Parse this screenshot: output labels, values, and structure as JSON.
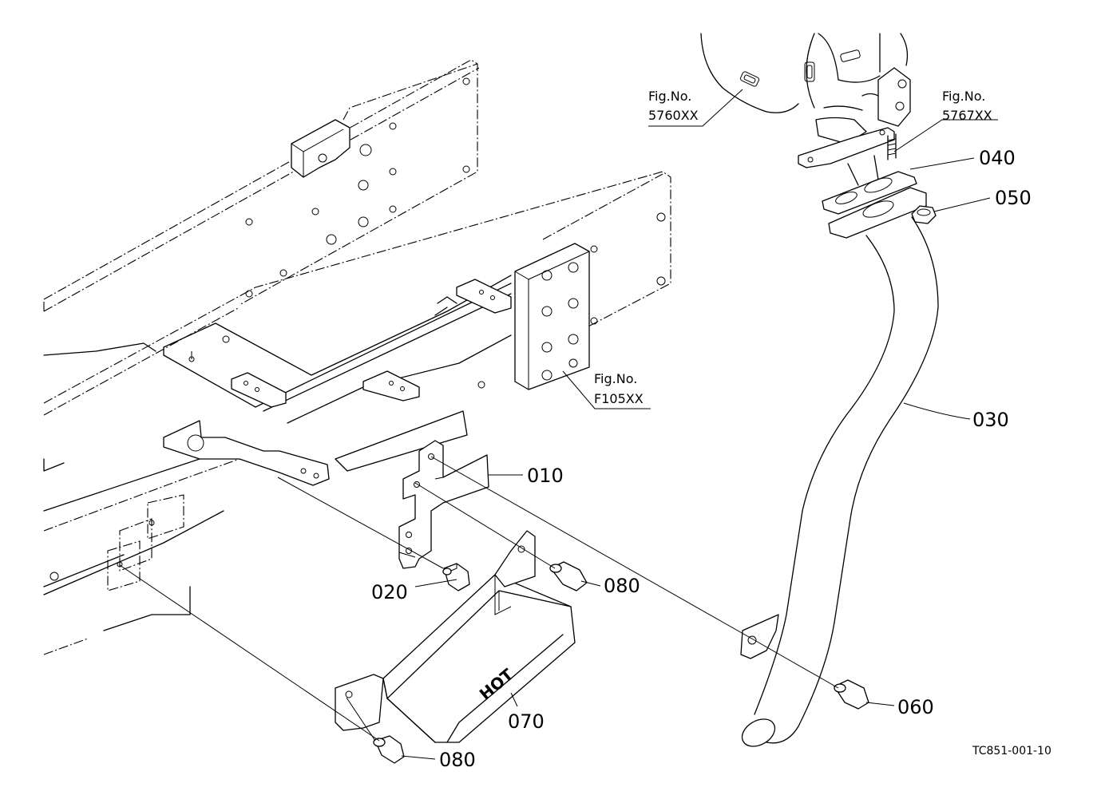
{
  "diagram": {
    "parts": [
      {
        "id": "010"
      },
      {
        "id": "020"
      },
      {
        "id": "030"
      },
      {
        "id": "040"
      },
      {
        "id": "050"
      },
      {
        "id": "060"
      },
      {
        "id": "070"
      },
      {
        "id": "080a",
        "label": "080"
      },
      {
        "id": "080b",
        "label": "080"
      }
    ],
    "references": [
      {
        "line1": "Fig.No.",
        "line2": "5760XX"
      },
      {
        "line1": "Fig.No.",
        "line2": "5767XX"
      },
      {
        "line1": "Fig.No.",
        "line2": "F105XX"
      }
    ],
    "cover_marking": "HOT",
    "drawing_code": "TC851-001-10"
  }
}
